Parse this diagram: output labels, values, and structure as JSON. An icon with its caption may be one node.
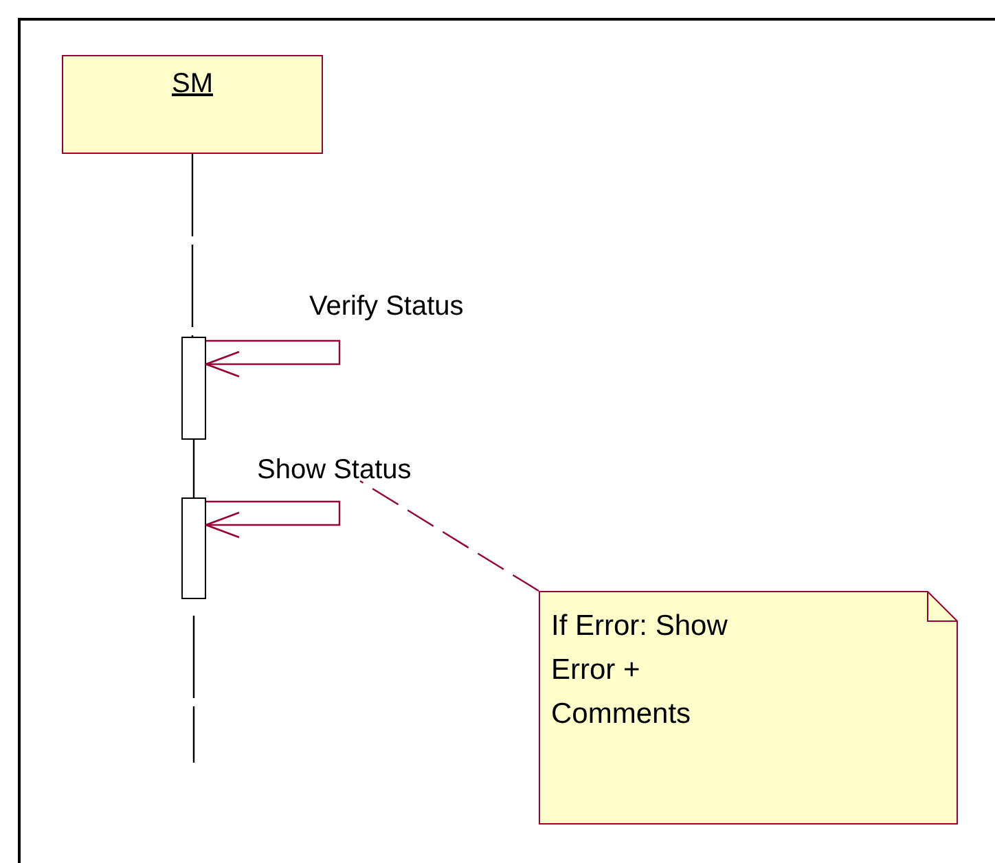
{
  "diagram": {
    "nodes": [
      {
        "text": [
          "SM"
        ]
      },
      {
        "text": [],
        "shape": "bar"
      },
      {
        "text": [],
        "shape": "bar"
      },
      {
        "text": [
          "If Error: Show Error + Comments"
        ]
      }
    ],
    "edges": [
      {
        "from": 0,
        "to": 1,
        "arrow": "none",
        "style": "dashed"
      },
      {
        "from": 1,
        "to": 1,
        "arrow": "to",
        "label": "Verify Status",
        "color": "#990033"
      },
      {
        "from": 1,
        "to": 2,
        "arrow": "none",
        "style": "dashed"
      },
      {
        "from": 2,
        "to": 2,
        "arrow": "to",
        "label": "Show Status",
        "color": "#990033"
      },
      {
        "from": 2,
        "to": null,
        "arrow": "none",
        "style": "dashed"
      },
      {
        "from": 3,
        "to": null,
        "arrow": "none",
        "style": "dashed",
        "color": "#990033"
      }
    ]
  }
}
